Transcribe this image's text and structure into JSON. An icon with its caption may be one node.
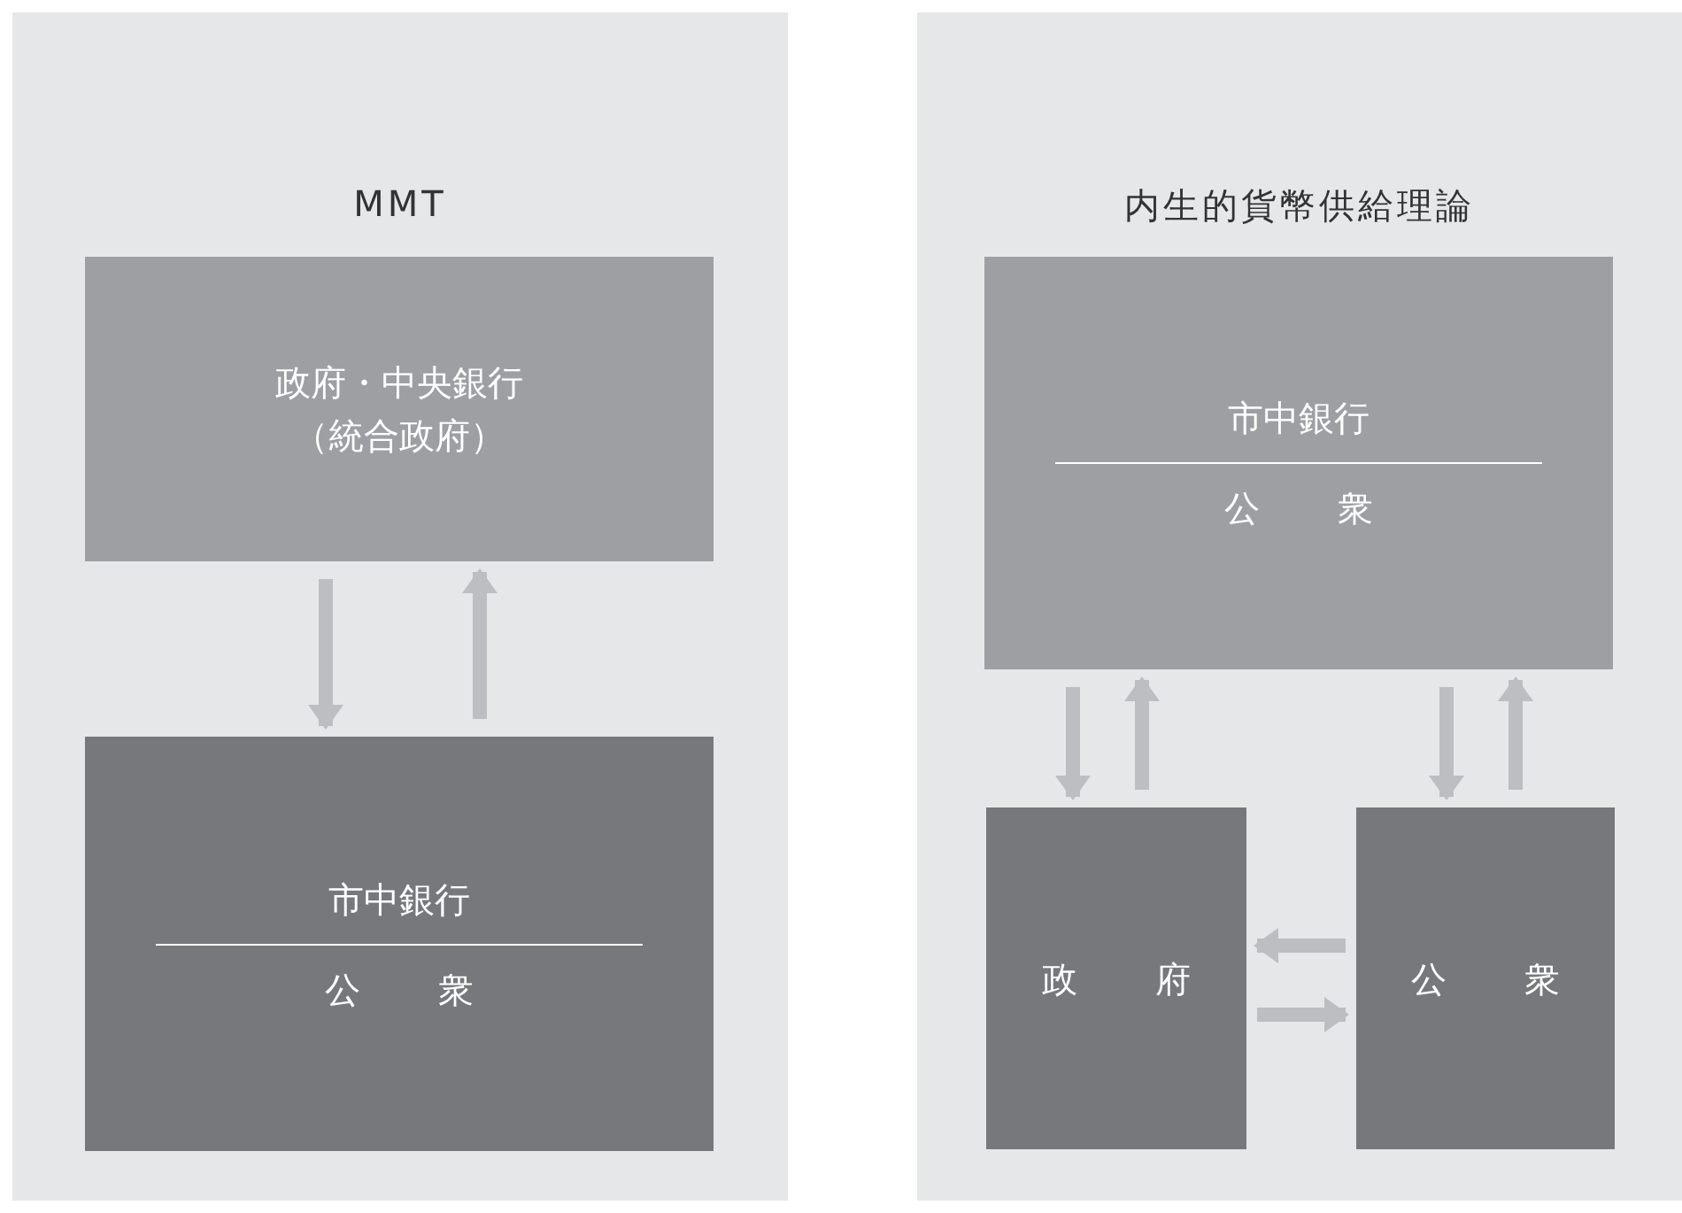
{
  "diagram": {
    "nodes": [
      {
        "text": [
          "MMT"
        ]
      },
      {
        "text": [
          "政府・中央銀行",
          "（統合政府）"
        ],
        "in": 0
      },
      {
        "text": [
          "市中銀行",
          "公　衆"
        ],
        "in": 0
      },
      {
        "text": [
          "内生的貨幣供給理論"
        ]
      },
      {
        "text": [
          "市中銀行",
          "公　衆"
        ],
        "in": 3
      },
      {
        "text": [
          "政　府"
        ],
        "in": 3
      },
      {
        "text": [
          "公　衆"
        ],
        "in": 3
      }
    ],
    "edges": [
      {
        "from": 1,
        "to": 2,
        "arrow": "to"
      },
      {
        "from": 2,
        "to": 1,
        "arrow": "to"
      },
      {
        "from": 4,
        "to": 5,
        "arrow": "to"
      },
      {
        "from": 5,
        "to": 4,
        "arrow": "to"
      },
      {
        "from": 4,
        "to": 6,
        "arrow": "to"
      },
      {
        "from": 6,
        "to": 4,
        "arrow": "to"
      },
      {
        "from": 6,
        "to": 5,
        "arrow": "to"
      },
      {
        "from": 5,
        "to": 6,
        "arrow": "to"
      }
    ]
  }
}
